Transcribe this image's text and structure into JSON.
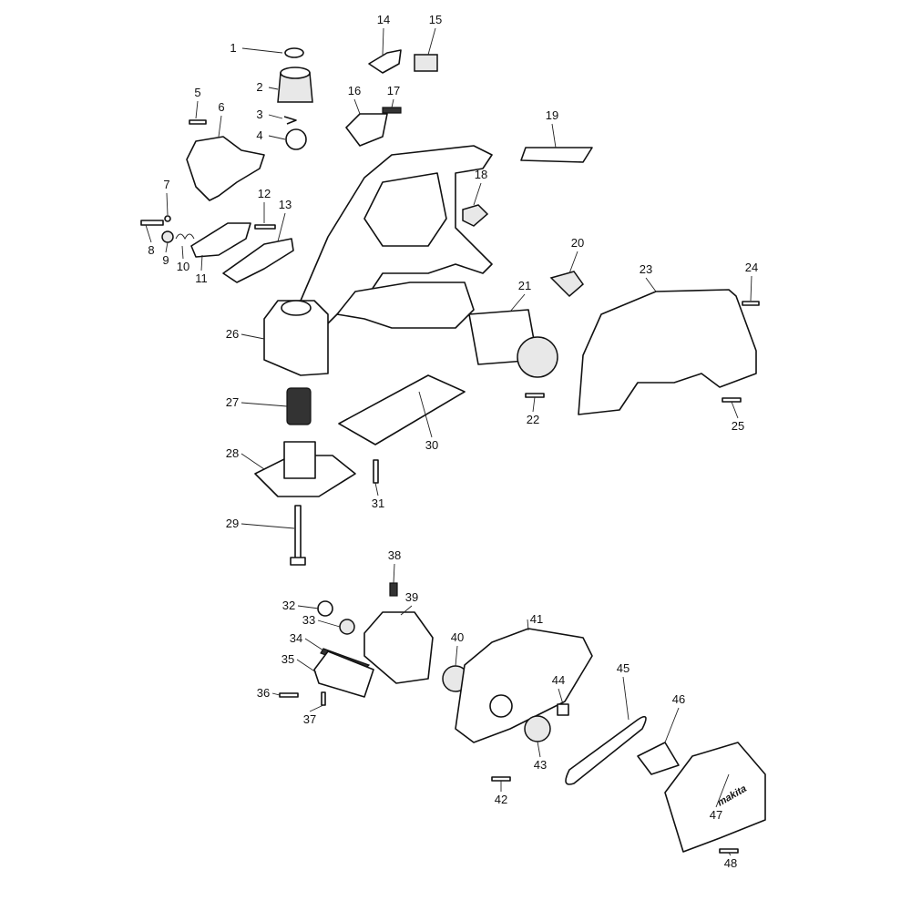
{
  "diagram": {
    "type": "exploded-parts-diagram",
    "callouts": [
      "1",
      "2",
      "3",
      "4",
      "5",
      "6",
      "7",
      "8",
      "9",
      "10",
      "11",
      "12",
      "13",
      "14",
      "15",
      "16",
      "17",
      "18",
      "19",
      "20",
      "21",
      "22",
      "23",
      "24",
      "25",
      "26",
      "27",
      "28",
      "29",
      "30",
      "31",
      "32",
      "33",
      "34",
      "35",
      "36",
      "37",
      "38",
      "39",
      "40",
      "41",
      "42",
      "43",
      "44",
      "45",
      "46",
      "47",
      "48"
    ],
    "logo_text": "makita"
  }
}
